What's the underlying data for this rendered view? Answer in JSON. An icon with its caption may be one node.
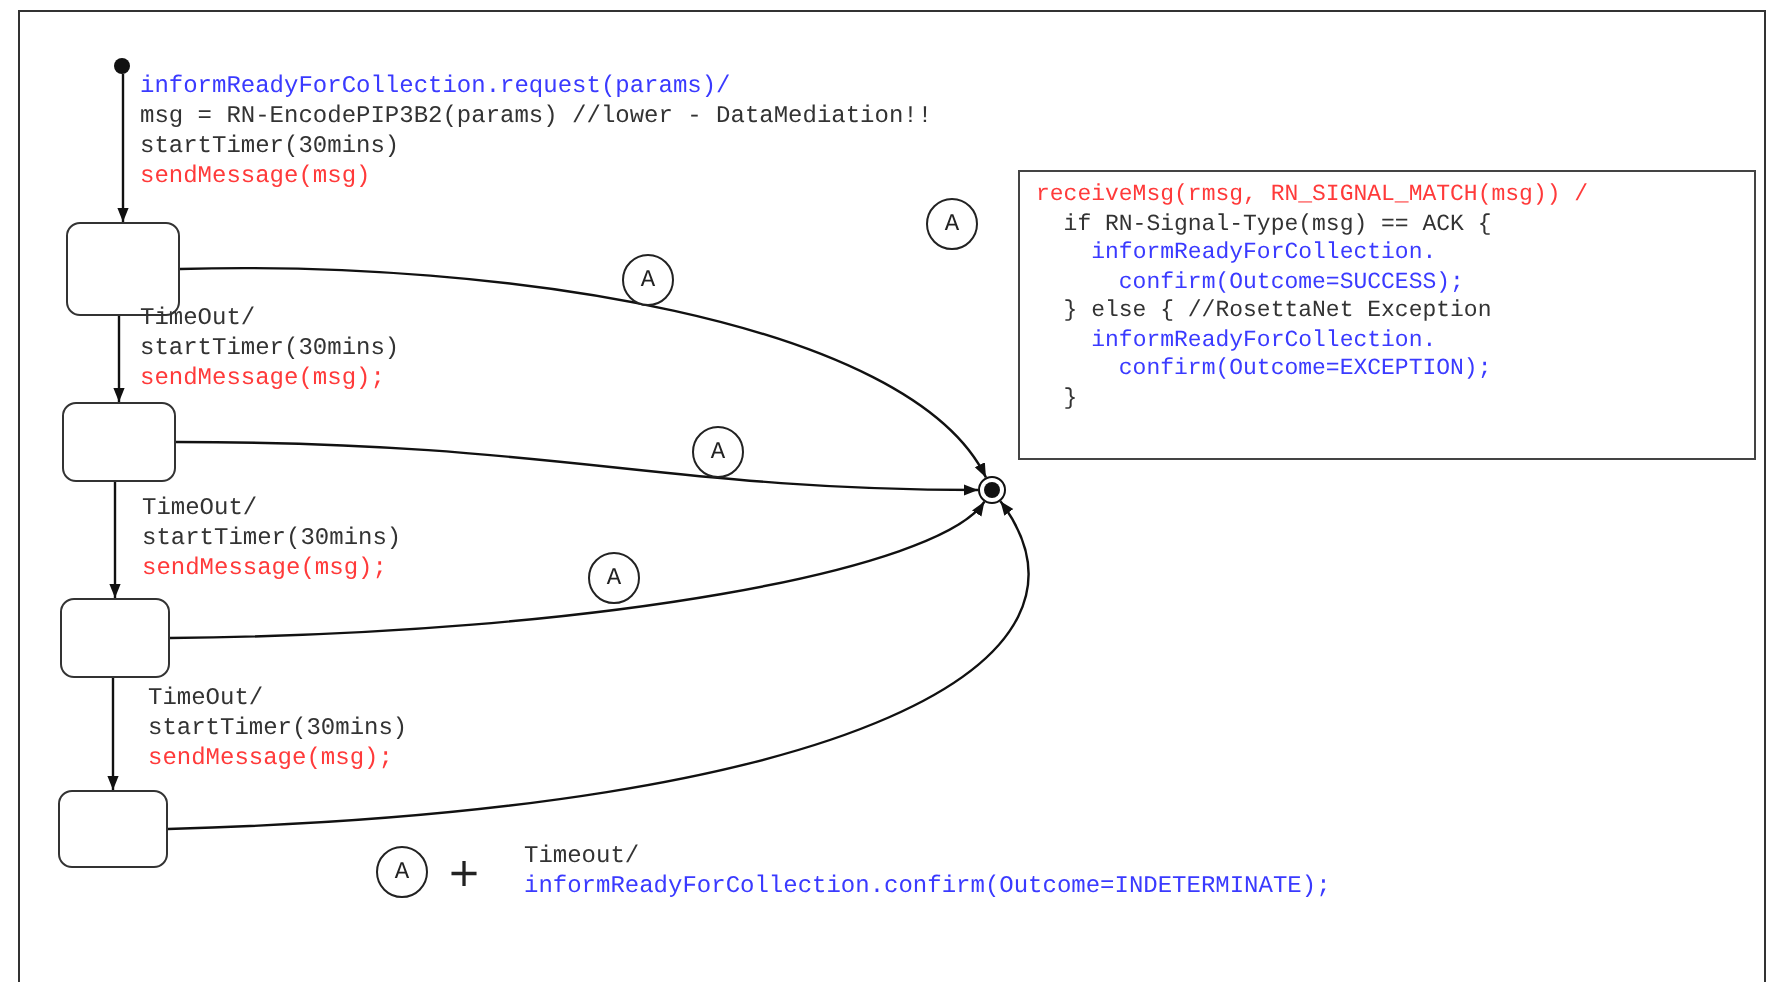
{
  "diagram": {
    "nodes": [
      {
        "text": [],
        "shape": "circle"
      },
      {
        "text": [],
        "shape": "box"
      },
      {
        "text": [],
        "shape": "box"
      },
      {
        "text": [],
        "shape": "box"
      },
      {
        "text": [],
        "shape": "box"
      },
      {
        "text": [],
        "shape": "circle"
      },
      {
        "text": [
          "receiveMsg(rmsg, RN_SIGNAL_MATCH(msg)) /",
          "if RN-Signal-Type(msg) == ACK {",
          "informReadyForCollection. confirm(Outcome=SUCCESS);",
          "} else { //RosettaNet Exception",
          "informReadyForCollection. confirm(Outcome=EXCEPTION);",
          "}"
        ]
      }
    ],
    "edges": [
      {
        "from": 0,
        "to": 1,
        "arrow": "to"
      },
      {
        "from": 1,
        "to": 2,
        "arrow": "to"
      },
      {
        "from": 2,
        "to": 3,
        "arrow": "to"
      },
      {
        "from": 3,
        "to": 4,
        "arrow": "to"
      },
      {
        "from": 1,
        "to": 5,
        "arrow": "to"
      },
      {
        "from": 2,
        "to": 5,
        "arrow": "to"
      },
      {
        "from": 3,
        "to": 5,
        "arrow": "to"
      },
      {
        "from": 4,
        "to": 5,
        "arrow": "to"
      }
    ],
    "labels": [
      "informReadyForCollection.request(params)/",
      "msg = RN-EncodePIP3B2(params) //lower - DataMediation!!",
      "startTimer(30mins)",
      "sendMessage(msg)",
      "A",
      "A",
      "TimeOut/",
      "startTimer(30mins)",
      "sendMessage(msg);",
      "A",
      "TimeOut/",
      "startTimer(30mins)",
      "sendMessage(msg);",
      "A",
      "TimeOut/",
      "startTimer(30mins)",
      "sendMessage(msg);",
      "A",
      "+",
      "Timeout/",
      "informReadyForCollection.confirm(Outcome=INDETERMINATE);"
    ]
  }
}
